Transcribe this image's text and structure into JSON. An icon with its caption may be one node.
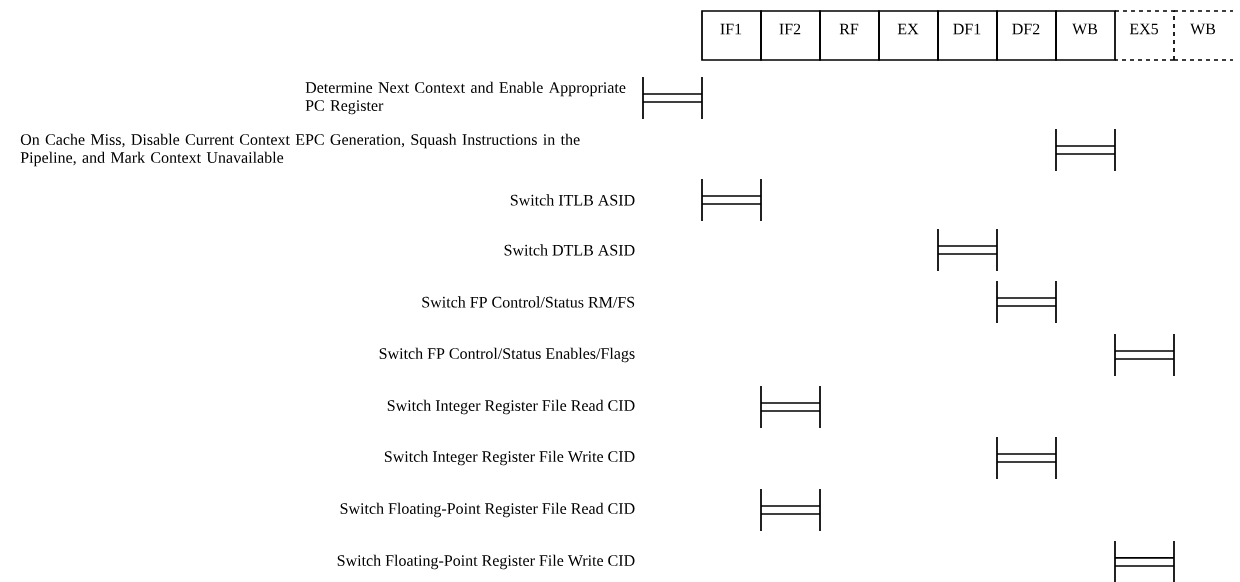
{
  "diagram": {
    "labels": [
      "IF1",
      "IF2",
      "RF",
      "EX",
      "DF1",
      "DF2",
      "WB",
      "EX5",
      "WB",
      "Determine Next Context and Enable Appropriate PC Register",
      "On Cache Miss, Disable Current Context EPC Generation, Squash Instructions in the Pipeline, and Mark Context Unavailable",
      "Switch ITLB ASID",
      "Switch DTLB ASID",
      "Switch FP Control/Status RM/FS",
      "Switch FP Control/Status Enables/Flags",
      "Switch Integer Register File Read CID",
      "Switch Integer Register File Write CID",
      "Switch Floating-Point Register File Read CID",
      "Switch Floating-Point Register File Write CID"
    ]
  }
}
